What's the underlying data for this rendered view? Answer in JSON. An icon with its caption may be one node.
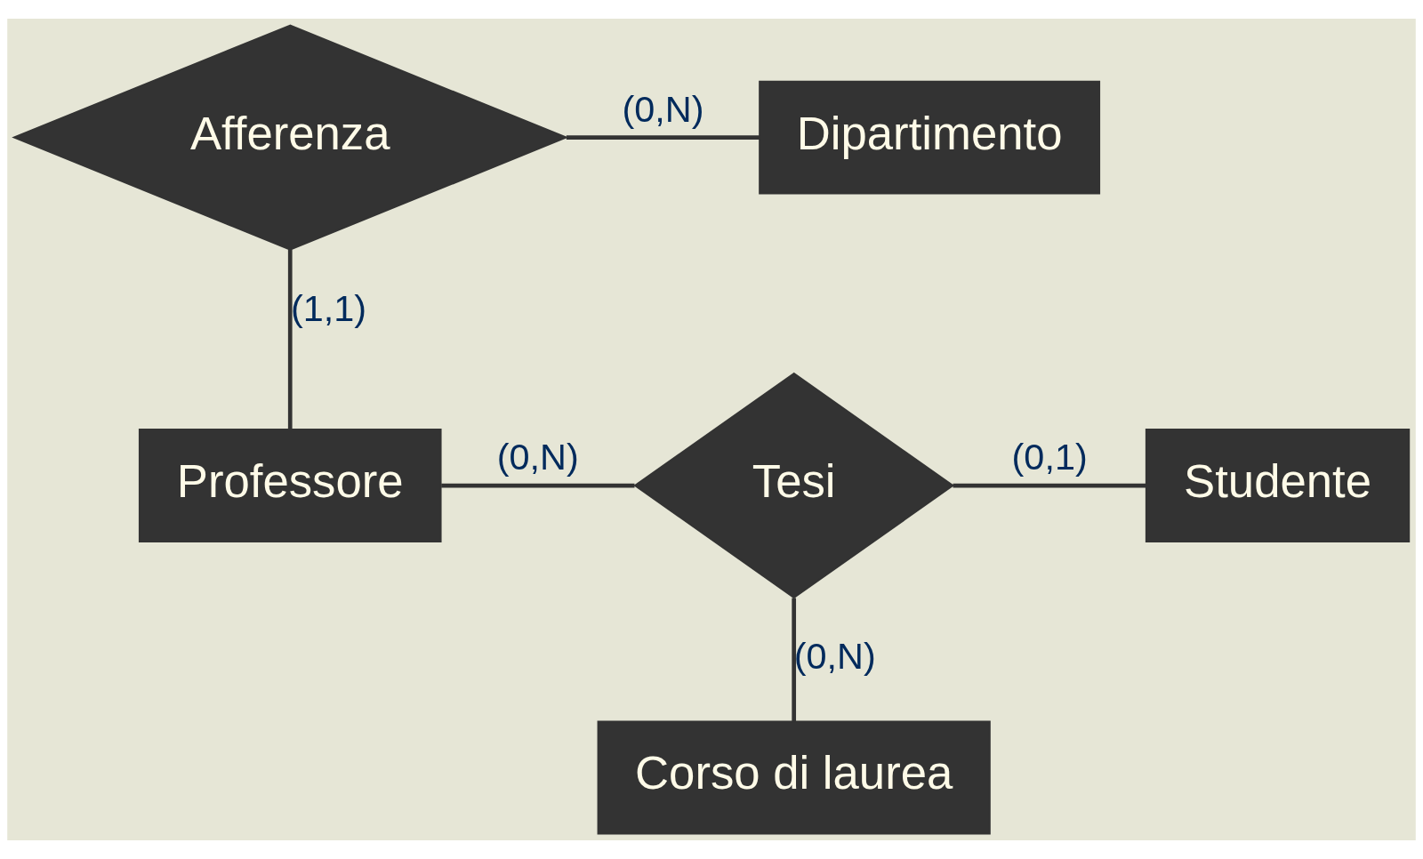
{
  "diagram": {
    "nodes": [
      {
        "text": [
          "Afferenza"
        ]
      },
      {
        "text": [
          "Dipartimento"
        ]
      },
      {
        "text": [
          "Professore"
        ]
      },
      {
        "text": [
          "Tesi"
        ]
      },
      {
        "text": [
          "Studente"
        ]
      },
      {
        "text": [
          "Corso di laurea"
        ]
      }
    ],
    "edges": [
      {
        "from": 0,
        "to": 1,
        "arrow": "none",
        "label": "(0,N)"
      },
      {
        "from": 0,
        "to": 2,
        "arrow": "none",
        "label": "(1,1)"
      },
      {
        "from": 2,
        "to": 3,
        "arrow": "none",
        "label": "(0,N)"
      },
      {
        "from": 3,
        "to": 4,
        "arrow": "none",
        "label": "(0,1)"
      },
      {
        "from": 3,
        "to": 5,
        "arrow": "none",
        "label": "(0,N)"
      }
    ]
  }
}
